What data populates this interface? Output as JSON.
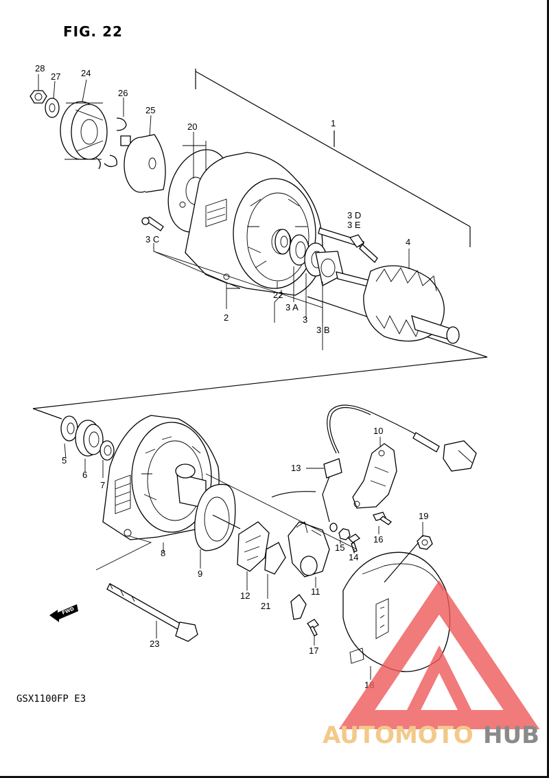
{
  "figure": {
    "title": "FIG. 22",
    "model": "GSX1100FP  E3"
  },
  "callouts": [
    {
      "id": "c28",
      "text": "28"
    },
    {
      "id": "c27",
      "text": "27"
    },
    {
      "id": "c24",
      "text": "24"
    },
    {
      "id": "c26",
      "text": "26"
    },
    {
      "id": "c25",
      "text": "25"
    },
    {
      "id": "c20",
      "text": "20"
    },
    {
      "id": "c1",
      "text": "1"
    },
    {
      "id": "c3D",
      "text": "3 D"
    },
    {
      "id": "c3E",
      "text": "3 E"
    },
    {
      "id": "c3C",
      "text": "3 C"
    },
    {
      "id": "c4",
      "text": "4"
    },
    {
      "id": "c22",
      "text": "22"
    },
    {
      "id": "c3A",
      "text": "3 A"
    },
    {
      "id": "c3",
      "text": "3"
    },
    {
      "id": "c3B",
      "text": "3 B"
    },
    {
      "id": "c2",
      "text": "2"
    },
    {
      "id": "c5",
      "text": "5"
    },
    {
      "id": "c6",
      "text": "6"
    },
    {
      "id": "c7",
      "text": "7"
    },
    {
      "id": "c10",
      "text": "10"
    },
    {
      "id": "c13",
      "text": "13"
    },
    {
      "id": "c19",
      "text": "19"
    },
    {
      "id": "c15",
      "text": "15"
    },
    {
      "id": "c14",
      "text": "14"
    },
    {
      "id": "c16",
      "text": "16"
    },
    {
      "id": "c8",
      "text": "8"
    },
    {
      "id": "c9",
      "text": "9"
    },
    {
      "id": "c12",
      "text": "12"
    },
    {
      "id": "c11",
      "text": "11"
    },
    {
      "id": "c21",
      "text": "21"
    },
    {
      "id": "c23",
      "text": "23"
    },
    {
      "id": "c17",
      "text": "17"
    },
    {
      "id": "c18",
      "text": "18"
    }
  ],
  "fwd_label": "FWD",
  "watermark": {
    "text_part1": "AUTOMOTO",
    "text_part2": "HUB",
    "color_part1": "#f3c98a",
    "color_part2": "#8a8a8a",
    "logo_color": "#ee5a5a"
  }
}
